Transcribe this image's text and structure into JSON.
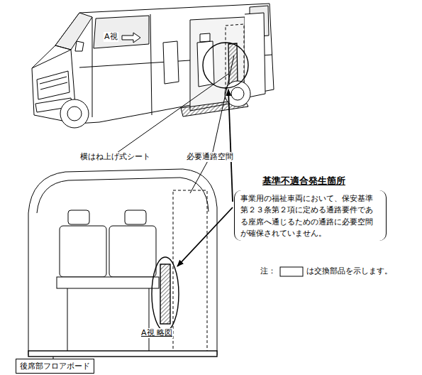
{
  "diagram": {
    "nodes": [
      {
        "text": [
          "基準不適合発生箇所",
          "事業用の福祉車両において、保安基準第２３条第２項に定める通路要件である座席へ通じるための通路に必要空間が確保されていません。"
        ]
      },
      {
        "text": [
          "後席部フロアボード"
        ]
      }
    ],
    "labels": [
      "A視",
      "横はね上げ式シート",
      "必要通路空間",
      "注：",
      "は交換部品を示します。",
      "A視 略図"
    ]
  }
}
